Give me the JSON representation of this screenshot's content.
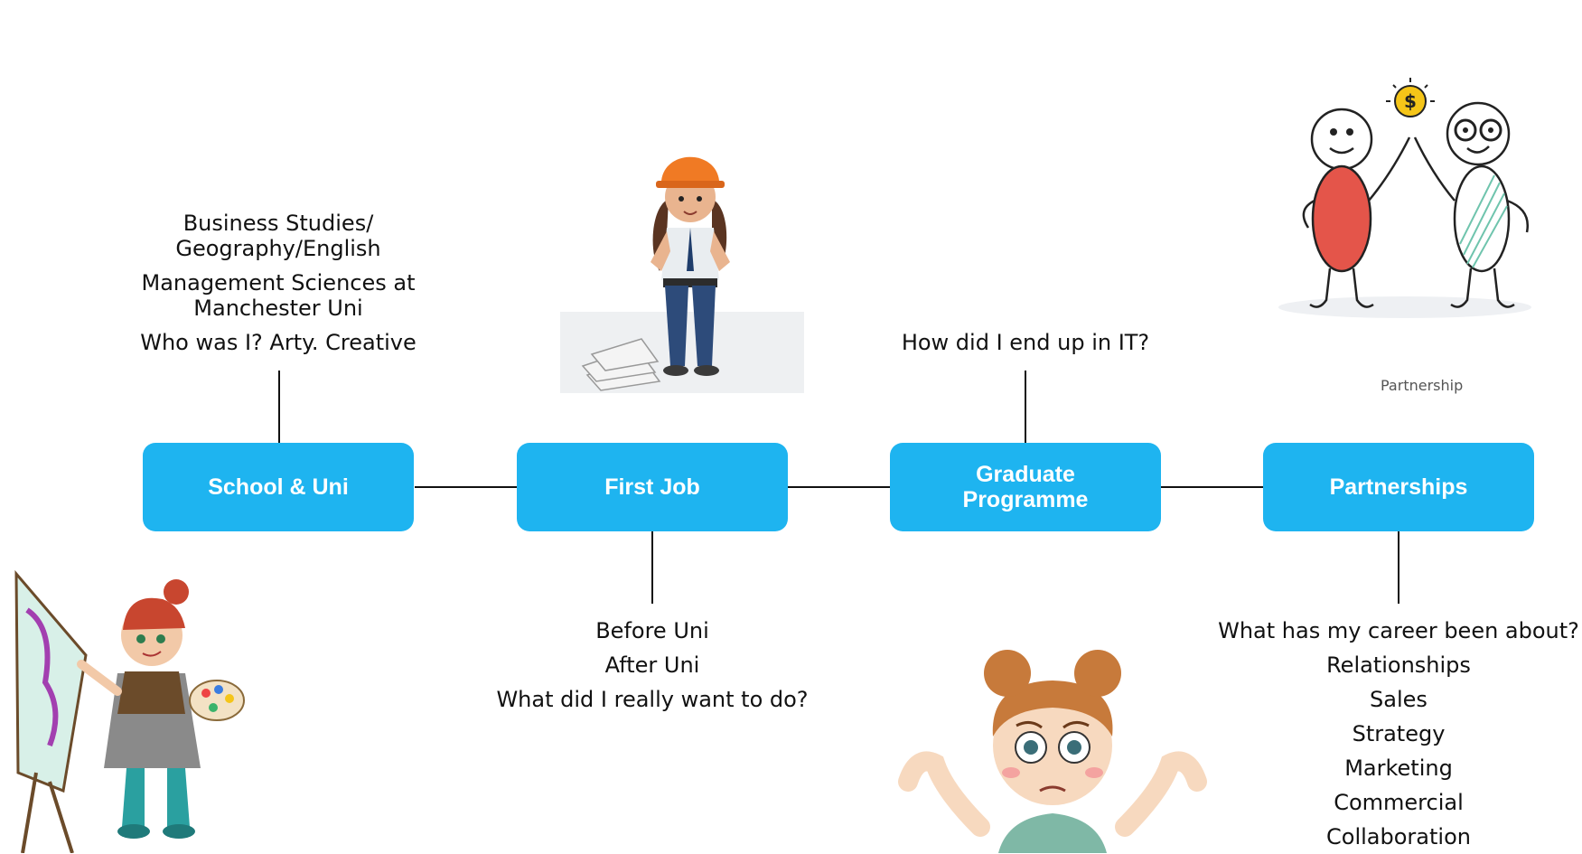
{
  "nodes": {
    "school": "School & Uni",
    "first_job": "First Job",
    "graduate_line1": "Graduate",
    "graduate_line2": "Programme",
    "partnerships": "Partnerships"
  },
  "school_notes": {
    "line1a": "Business Studies/",
    "line1b": "Geography/English",
    "line2a": "Management Sciences at",
    "line2b": "Manchester Uni",
    "line3": "Who was I? Arty. Creative"
  },
  "first_job_notes": [
    "Before Uni",
    "After Uni",
    "What did I really want to do?"
  ],
  "graduate_notes": {
    "question": "How did I end up in IT?"
  },
  "partnership_notes": [
    "What has my career been about?",
    "Relationships",
    "Sales",
    "Strategy",
    "Marketing",
    "Commercial",
    "Collaboration"
  ],
  "partnership_image_caption": "Partnership",
  "colors": {
    "node_fill": "#1eb4f0",
    "connector": "#111111"
  }
}
